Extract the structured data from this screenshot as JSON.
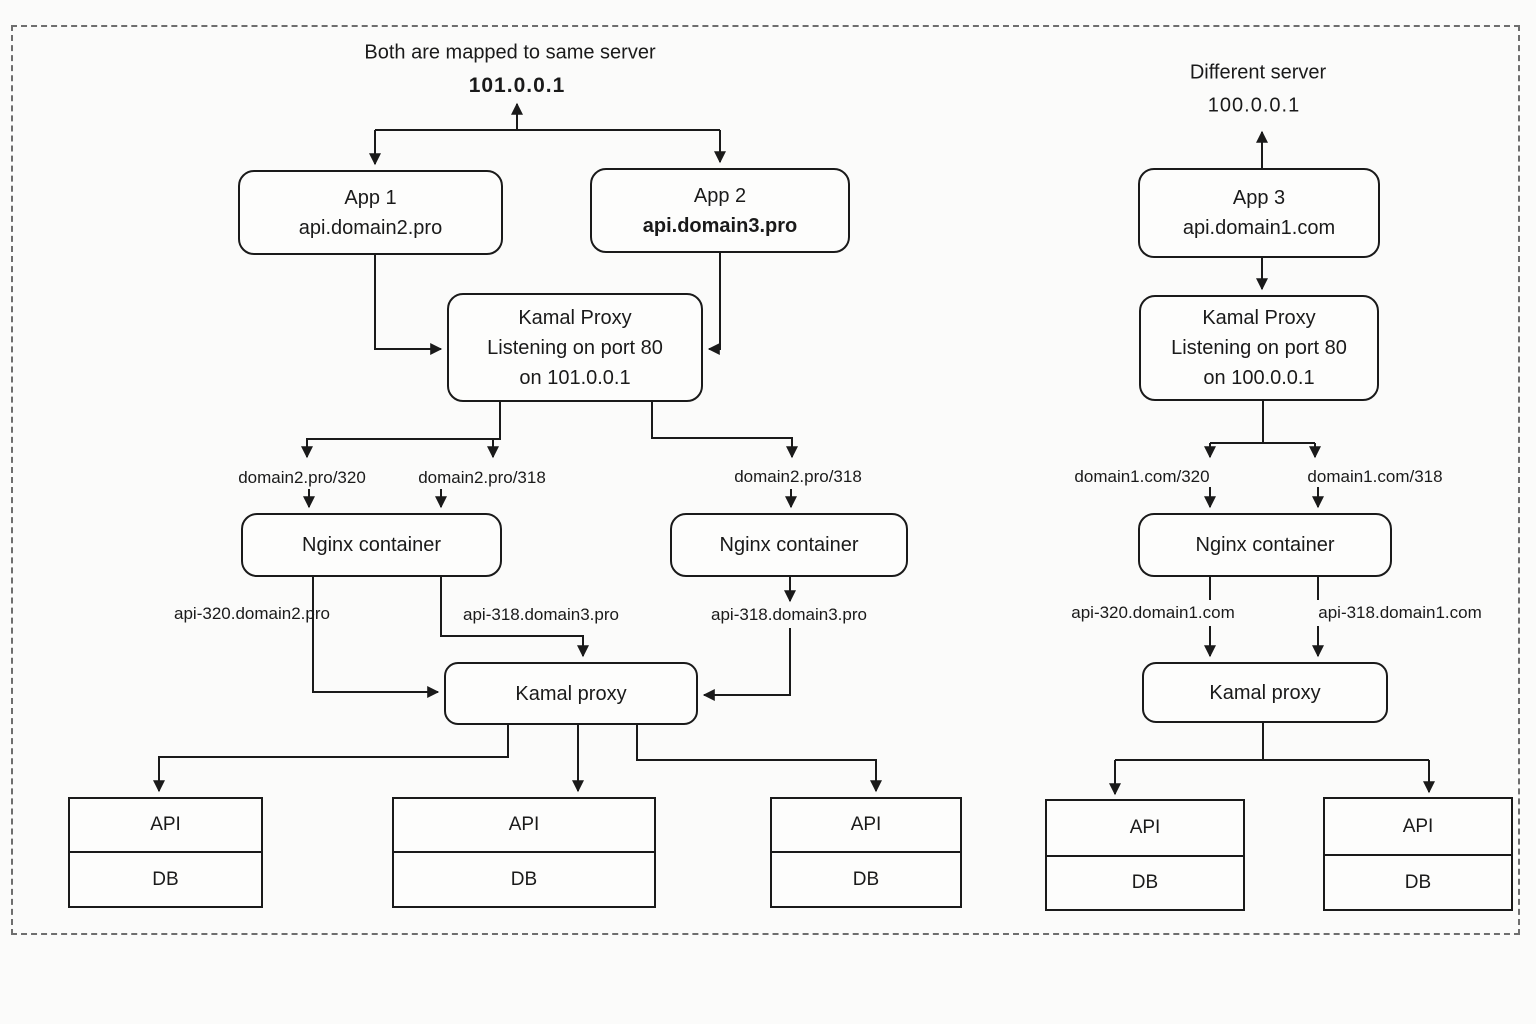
{
  "left_section": {
    "header": {
      "title": "Both are mapped to same server",
      "ip": "101.0.0.1"
    },
    "app1": {
      "name": "App 1",
      "domain": "api.domain2.pro"
    },
    "app2": {
      "name": "App 2",
      "domain": "api.domain3.pro"
    },
    "kamal_proxy_top": {
      "line1": "Kamal Proxy",
      "line2": "Listening on port 80",
      "line3": "on 101.0.0.1"
    },
    "route_left": "domain2.pro/320",
    "route_mid": "domain2.pro/318",
    "route_right": "domain2.pro/318",
    "nginx_left": "Nginx container",
    "nginx_right": "Nginx container",
    "host_left": "api-320.domain2.pro",
    "host_mid": "api-318.domain3.pro",
    "host_right": "api-318.domain3.pro",
    "kamal_proxy_bottom": "Kamal proxy",
    "stack1": {
      "api": "API",
      "db": "DB"
    },
    "stack2": {
      "api": "API",
      "db": "DB"
    },
    "stack3": {
      "api": "API",
      "db": "DB"
    }
  },
  "right_section": {
    "header": {
      "title": "Different server",
      "ip": "100.0.0.1"
    },
    "app3": {
      "name": "App 3",
      "domain": "api.domain1.com"
    },
    "kamal_proxy_top": {
      "line1": "Kamal Proxy",
      "line2": "Listening on port 80",
      "line3": "on 100.0.0.1"
    },
    "route_left": "domain1.com/320",
    "route_right": "domain1.com/318",
    "nginx": "Nginx container",
    "host_left": "api-320.domain1.com",
    "host_right": "api-318.domain1.com",
    "kamal_proxy_bottom": "Kamal proxy",
    "stack1": {
      "api": "API",
      "db": "DB"
    },
    "stack2": {
      "api": "API",
      "db": "DB"
    }
  },
  "colors": {
    "line": "#1a1a1a",
    "background": "#fbfbfa",
    "frame_dashed": "#6e6e6e"
  }
}
